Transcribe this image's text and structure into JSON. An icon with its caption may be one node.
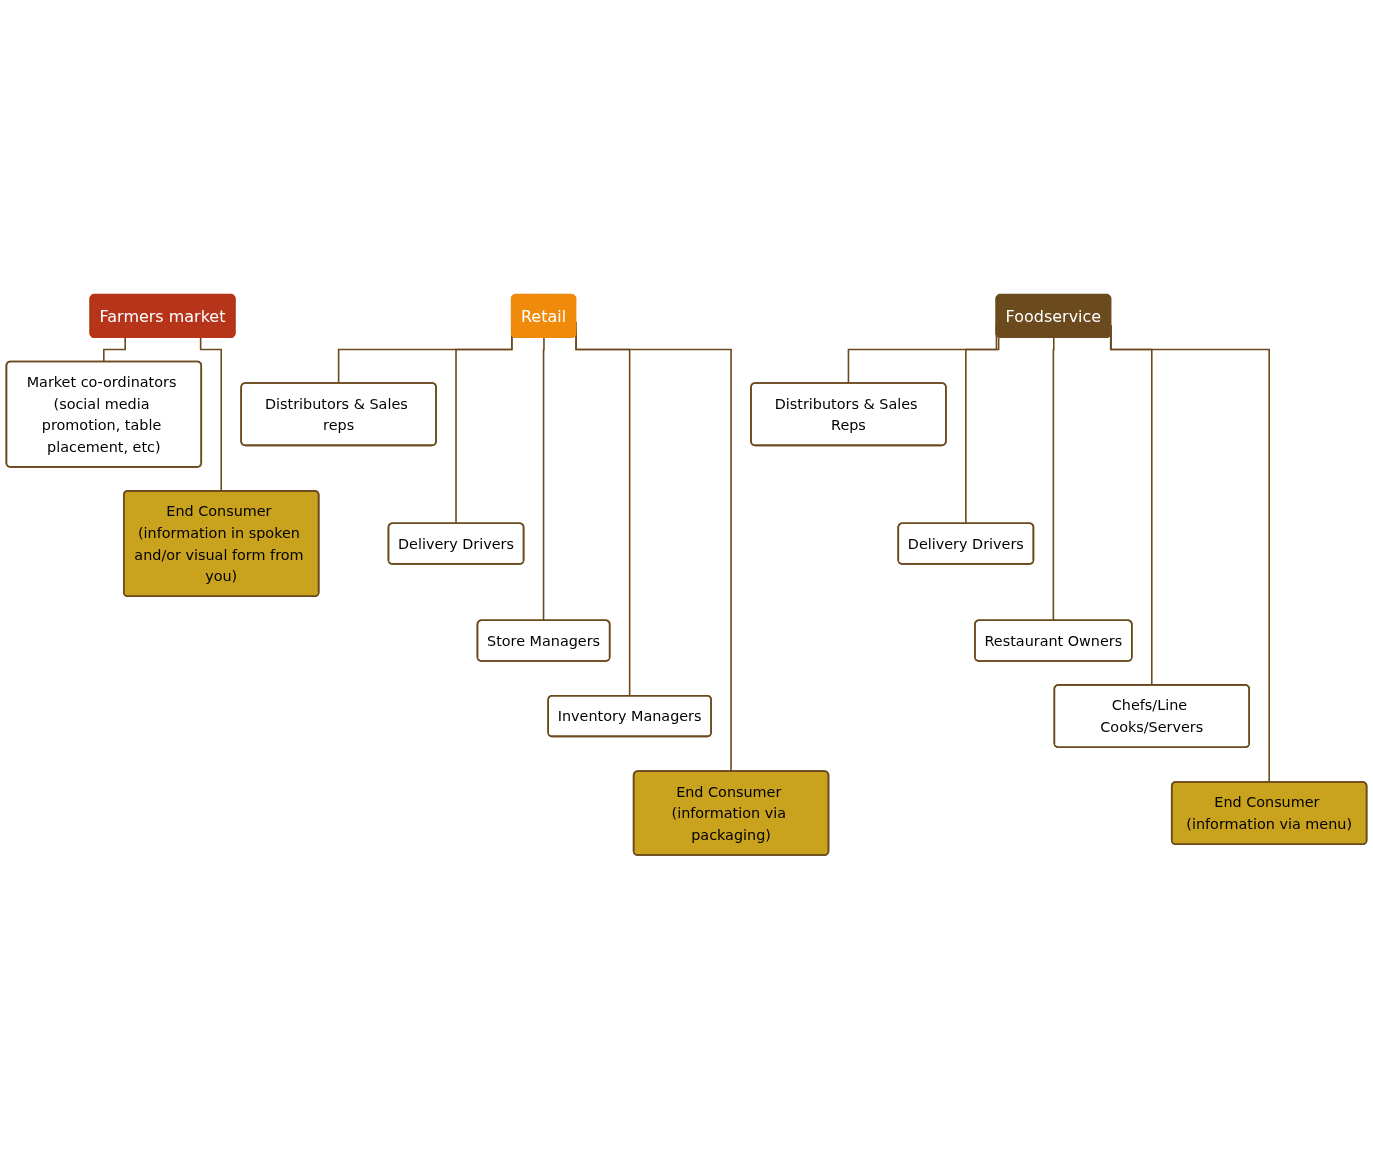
{
  "diagram": {
    "nodes": [
      {
        "text": [
          "Farmers market"
        ]
      },
      {
        "text": [
          "Market co-ordinators (social media promotion, table placement, etc)"
        ]
      },
      {
        "text": [
          "End Consumer (information in spoken and/or visual form from you)"
        ]
      },
      {
        "text": [
          "Retail"
        ]
      },
      {
        "text": [
          "Distributors & Sales reps"
        ]
      },
      {
        "text": [
          "Delivery Drivers"
        ]
      },
      {
        "text": [
          "Store Managers"
        ]
      },
      {
        "text": [
          "Inventory Managers"
        ]
      },
      {
        "text": [
          "End Consumer (information via packaging)"
        ]
      },
      {
        "text": [
          "Foodservice"
        ]
      },
      {
        "text": [
          "Distributors & Sales Reps"
        ]
      },
      {
        "text": [
          "Delivery Drivers"
        ]
      },
      {
        "text": [
          "Restaurant Owners"
        ]
      },
      {
        "text": [
          "Chefs/Line Cooks/Servers"
        ]
      },
      {
        "text": [
          "End Consumer (information via menu)"
        ]
      }
    ],
    "edges": [
      {
        "from": 0,
        "to": 1,
        "arrow": "none"
      },
      {
        "from": 0,
        "to": 2,
        "arrow": "none"
      },
      {
        "from": 3,
        "to": 4,
        "arrow": "none"
      },
      {
        "from": 3,
        "to": 5,
        "arrow": "none"
      },
      {
        "from": 3,
        "to": 6,
        "arrow": "none"
      },
      {
        "from": 3,
        "to": 7,
        "arrow": "none"
      },
      {
        "from": 3,
        "to": 8,
        "arrow": "none"
      },
      {
        "from": 9,
        "to": 10,
        "arrow": "none"
      },
      {
        "from": 9,
        "to": 11,
        "arrow": "none"
      },
      {
        "from": 9,
        "to": 12,
        "arrow": "none"
      },
      {
        "from": 9,
        "to": 13,
        "arrow": "none"
      },
      {
        "from": 9,
        "to": 14,
        "arrow": "none"
      }
    ]
  }
}
